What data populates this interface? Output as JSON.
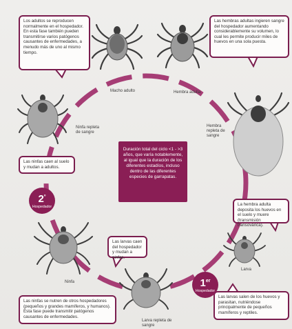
{
  "notes": {
    "top_left": "Los adultos se reproducen normalmente en el hospedador. En esta fase también pueden transmitirse varios patógenos causantes de enfermedades, a menudo más de uno al mismo tiempo.",
    "top_right": "Las hembras adultas ingieren sangre del hospedador aumentando considerablemente su volumen, lo cual les permite producir miles de huevos en una sola puesta.",
    "nymphs_drop": "Las ninfas caen al suelo y mudan a adultos.",
    "female_lays": "La hembra adulta deposita los huevos en el suelo y muere (transmisión transovárica).",
    "larvae_drop": "Las larvas caen del hospedador y mudan a ninfas.",
    "nymph_feed": "Las ninfas se nutren de otros hospedadores (pequeños y grandes mamíferos, y humanos). Esta fase puede transmitir patógenos causantes de enfermedades.",
    "larvae_hatch": "Las larvas salen de los huevos y parasitan, nutriéndose principalmente de pequeños mamíferos y reptiles."
  },
  "center_text": "Duración total del ciclo <1 - >3 años, que varía notablemente, al igual que la duración de los diferentes estadíos, incluso dentro de las diferentes especies de garrapatas.",
  "labels": {
    "male": "Macho adulto",
    "female": "Hembra adulta",
    "engorged_female": "Hembra repleta de sangre",
    "engorged_nymph": "Ninfa repleta de sangre",
    "nymph": "Ninfa",
    "larva": "Larva",
    "engorged_larva": "Larva repleta de sangre"
  },
  "hosts": {
    "first": {
      "num": "1",
      "sup": "er",
      "label": "Hospedador"
    },
    "second": {
      "num": "2",
      "sup": "º",
      "label": "Hospedador"
    }
  },
  "colors": {
    "accent": "#8a1e55",
    "ring": "#a02e6a",
    "tick": "#8d8d8d"
  }
}
